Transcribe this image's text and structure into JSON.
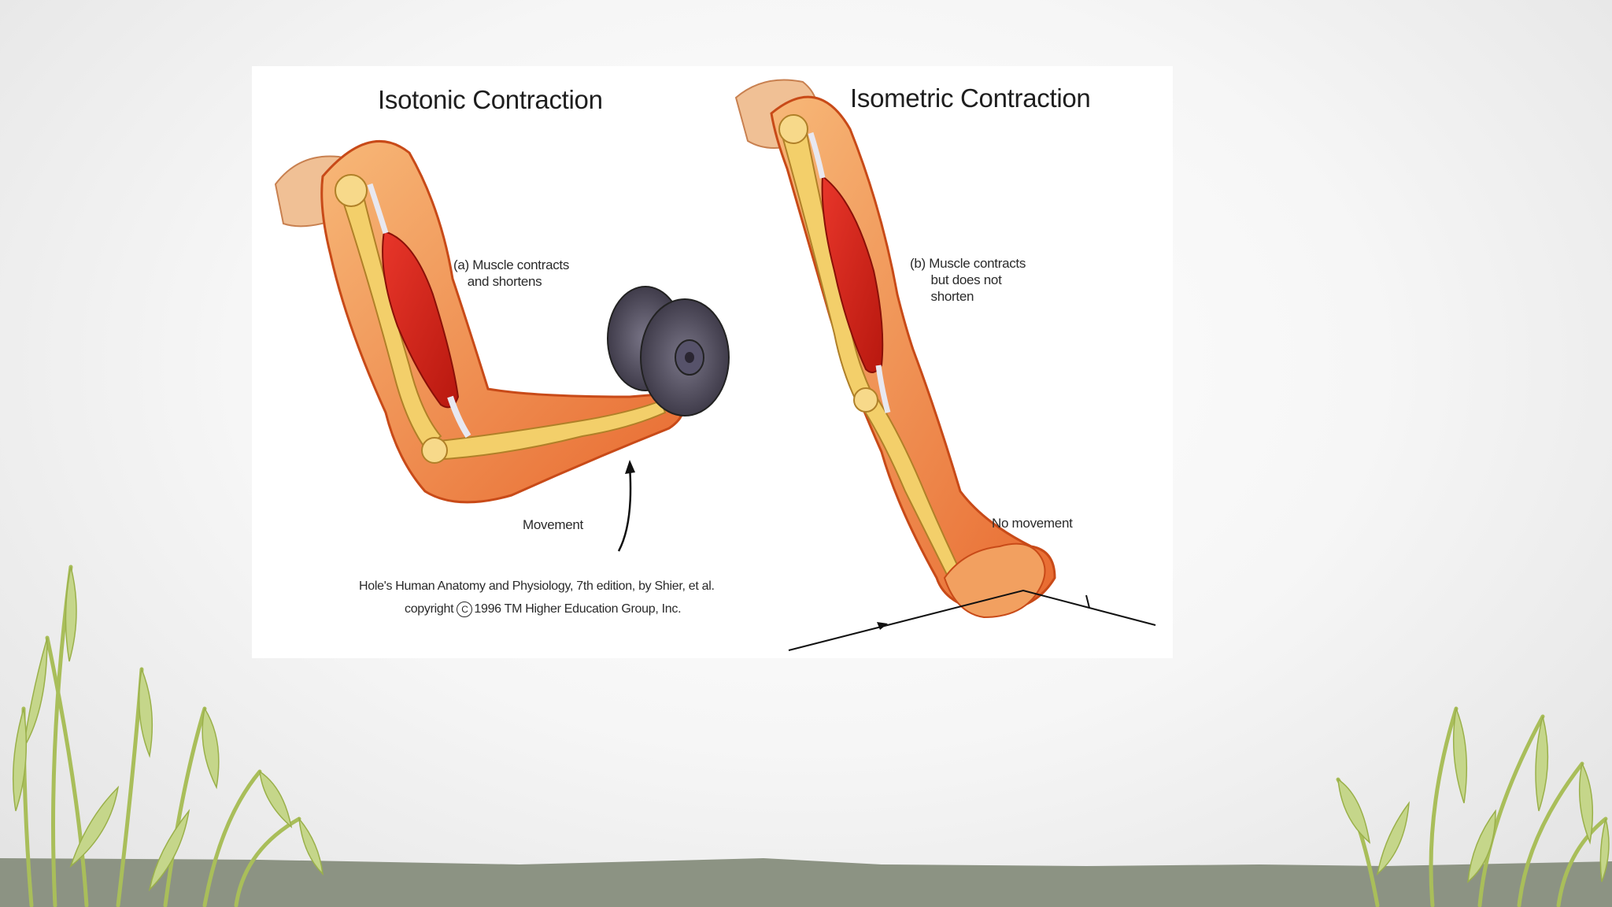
{
  "figure": {
    "isotonic": {
      "title": "Isotonic Contraction",
      "caption": "(a) Muscle contracts\n    and shortens",
      "arrow_label": "Movement"
    },
    "isometric": {
      "title": "Isometric Contraction",
      "caption": "(b) Muscle contracts\n      but does not\n      shorten",
      "arrow_label": "No movement"
    },
    "credit_line1": "Hole's Human Anatomy and Physiology, 7th edition, by Shier, et al.",
    "credit_line2_prefix": "copyright ",
    "credit_line2_symbol": "C",
    "credit_line2_rest": "1996 TM Higher Education Group, Inc."
  },
  "colors": {
    "skin": "#f2a060",
    "skin_dark": "#e0642a",
    "muscle": "#d8261c",
    "bone": "#f3cf6a",
    "weight": "#4a4656",
    "ground": "#8c9383",
    "grass": "#a8c05a"
  }
}
